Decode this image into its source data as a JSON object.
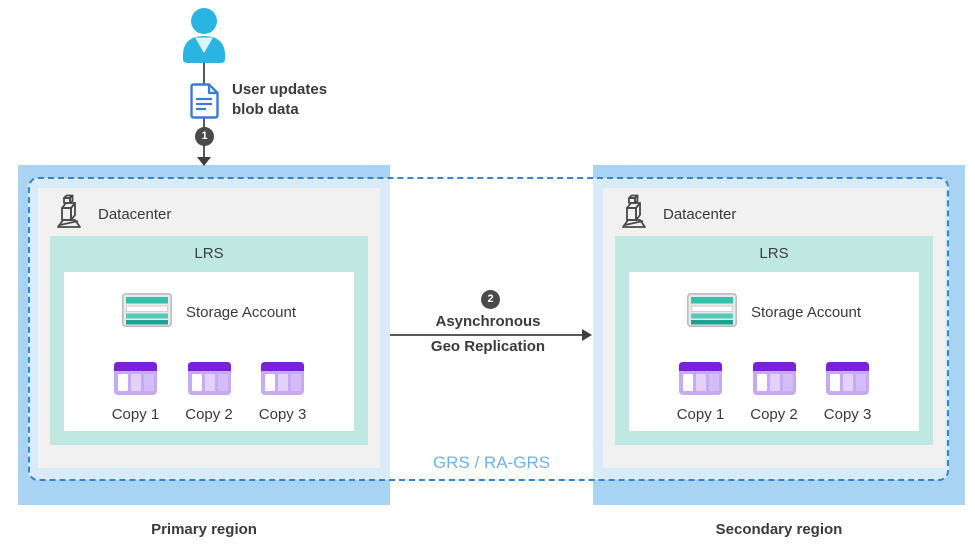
{
  "user_flow": {
    "step_badge": "1",
    "label_line1": "User updates",
    "label_line2": "blob data"
  },
  "replication_arrow": {
    "step_badge": "2",
    "label_line1": "Asynchronous",
    "label_line2": "Geo Replication"
  },
  "grs_label": "GRS / RA-GRS",
  "primary_region": {
    "caption": "Primary region",
    "datacenter_label": "Datacenter",
    "lrs_label": "LRS",
    "storage_account_label": "Storage Account",
    "copies": [
      "Copy 1",
      "Copy 2",
      "Copy 3"
    ]
  },
  "secondary_region": {
    "caption": "Secondary region",
    "datacenter_label": "Datacenter",
    "lrs_label": "LRS",
    "storage_account_label": "Storage Account",
    "copies": [
      "Copy 1",
      "Copy 2",
      "Copy 3"
    ]
  },
  "colors": {
    "region_fill": "#a9d3f2",
    "region_inner_fill": "#d9eaf9",
    "dashed_border_blue": "#2f86d6",
    "datacenter_fill": "#f1f1f2",
    "lrs_fill": "#bfe8e2",
    "storage_teal": "#37bfae",
    "copy_purple_header": "#7a22da",
    "copy_purple_body": "#c7aaf2",
    "badge_fill": "#4a4a4a",
    "arrow_gray": "#595959",
    "grs_text_blue": "#70b2e5",
    "person_cyan": "#29b4e2",
    "document_blue": "#3a7bd5"
  }
}
